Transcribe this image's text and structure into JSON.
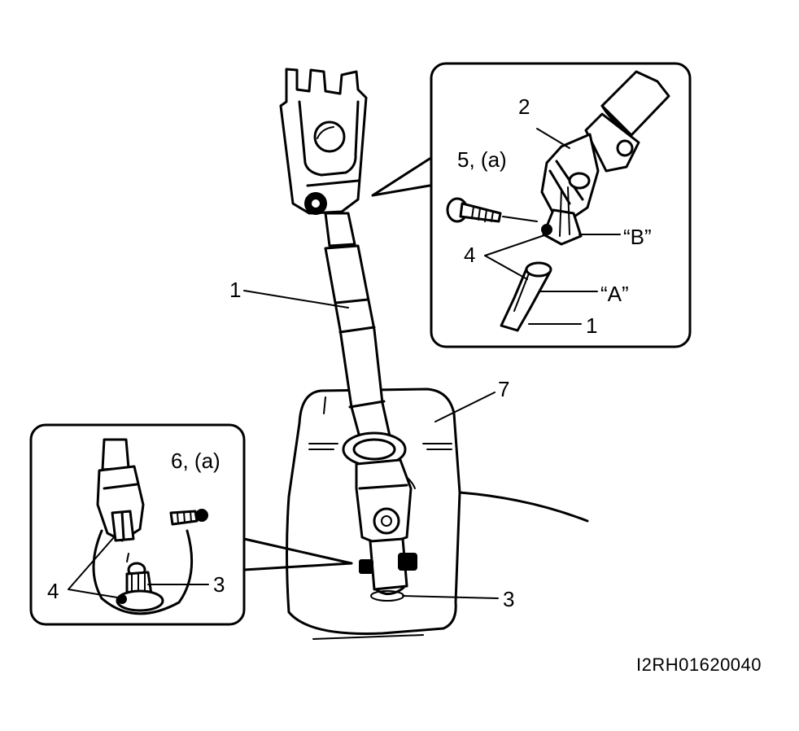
{
  "labels": {
    "main_shaft": "1",
    "main_stud": "3",
    "column_cover": "7",
    "top_joint": "2",
    "top_bolt": "5, (a)",
    "top_marks": "4",
    "top_mark_b": "“B”",
    "top_mark_a": "“A”",
    "top_shaft": "1",
    "bottom_bolt": "6, (a)",
    "bottom_marks": "4",
    "bottom_stud": "3"
  },
  "figure_code": "I2RH01620040",
  "colors": {
    "ink": "#000000",
    "paper": "#ffffff"
  }
}
